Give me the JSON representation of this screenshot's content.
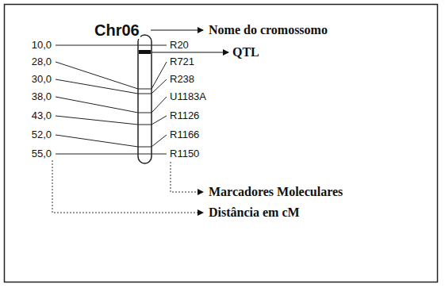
{
  "diagram": {
    "labels": [
      "Chr06",
      "Nome do cromossomo",
      "QTL",
      "10,0",
      "28,0",
      "30,0",
      "38,0",
      "43,0",
      "52,0",
      "55,0",
      "R20",
      "R721",
      "R238",
      "U1183A",
      "R1126",
      "R1166",
      "R1150",
      "Marcadores Moleculares",
      "Distância em cM"
    ]
  }
}
